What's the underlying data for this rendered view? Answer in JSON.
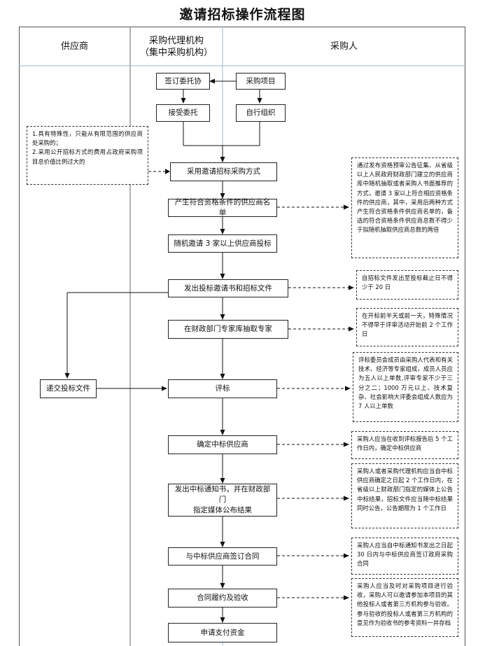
{
  "title": "邀请招标操作流程图",
  "lanes": {
    "supplier": "供应商",
    "agency_line1": "采购代理机构",
    "agency_line2": "（集中采购机构）",
    "purchaser": "采购人"
  },
  "steps": {
    "sign_entrust": "签订委托协",
    "purchase_project": "采购项目",
    "accept_entrust": "接受委托",
    "self_organize": "自行组织",
    "invite_method": "采用邀请招标采购方式",
    "supplier_list": "产生符合资格条件的供应商名单",
    "random_invite": "随机邀请 3 家以上供应商投标",
    "issue_invitation": "发出投标邀请书和招标文件",
    "extract_experts": "在财政部门专家库抽取专家",
    "submit_bid": "递交投标文件",
    "evaluate": "评标",
    "determine_winner": "确定中标供应商",
    "notice_line1": "发出中标通知书，并在财政部门",
    "notice_line2": "指定媒体公布结果",
    "sign_contract": "与中标供应商签订合同",
    "acceptance": "合同履约及验收",
    "apply_funds": "申请支付资金"
  },
  "notes": {
    "conditions": [
      "1.具有特殊性，只能从有限范围的供应商处采购的；",
      "2.采用公开招标方式的费用占政府采购项目总价值比例过大的"
    ],
    "supplier_list": "通过发布资格预审公告征集、从省级以上人民政府财政部门建立的供应商库中随机抽取或者采购人书面推荐的方式，邀请 3 家以上符合相应资格条件的供应商，其中，采用后两种方式产生符合资格条件供应商名单的，备选的符合资格条件供应商总数不得少于拟随机抽取供应商总数的两倍",
    "bid_period": "自招标文件发出至投标截止日不得少于 20 日",
    "expert_timing": "在开标前半天或前一天，特殊情况不得早于评审活动开始前 2 个工作日",
    "committee": "评标委员会成员由采购人代表和有关技术、经济等专家组成，成员人员应为五人以上单数,评审专家不少于三分之二；1000 万元以上、技术复杂、社会影响大评委会组成人数应为 7 人以上单数",
    "determine": "采购人应当在收到评标报告后 5 个工作日内，确定中标供应商",
    "announce": "采购人或者采购代理机构应当自中标供应商确定之日起 2 个工作日内，在省级以上财政部门指定的媒体上公告中标结果，招标文件应当随中标结果同时公告，公告期限为 1 个工作日",
    "contract": "采购人应当自中标通知书发出之日起 30 日内与中标供应商签订政府采购合同",
    "acceptance": "采购人应当及时对采购项目进行验收，采购人可以邀请参加本项目的其他投标人或者第三方机构参与验收。参与验收的投标人或者第三方机构的意见作为验收书的参考资料一并存档"
  }
}
